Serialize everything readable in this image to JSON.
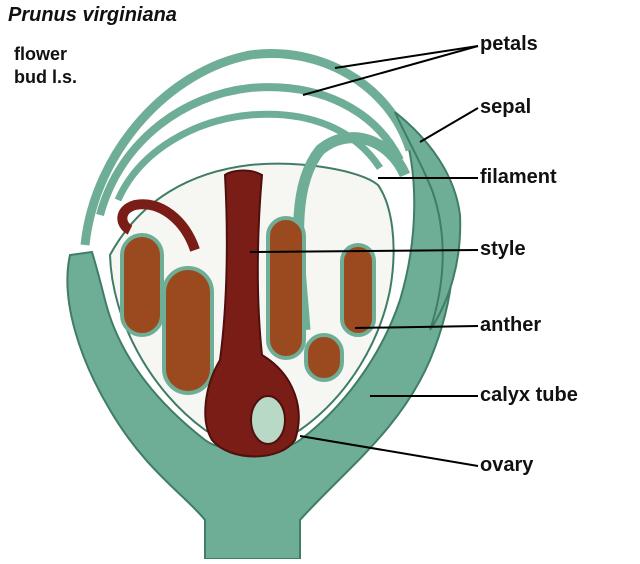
{
  "title": "Prunus virginiana",
  "subtitle_line1": "flower",
  "subtitle_line2": "bud l.s.",
  "labels": {
    "petals": "petals",
    "sepal": "sepal",
    "filament": "filament",
    "style": "style",
    "anther": "anther",
    "calyx_tube": "calyx tube",
    "ovary": "ovary"
  },
  "colors": {
    "tissue_green": "#6fae96",
    "tissue_light": "#b8d9c6",
    "tissue_dark": "#3f7d66",
    "style_red": "#7a1d16",
    "style_dark": "#4f0f0c",
    "pollen": "#9a4a1e",
    "cavity": "#f6f7f2"
  }
}
